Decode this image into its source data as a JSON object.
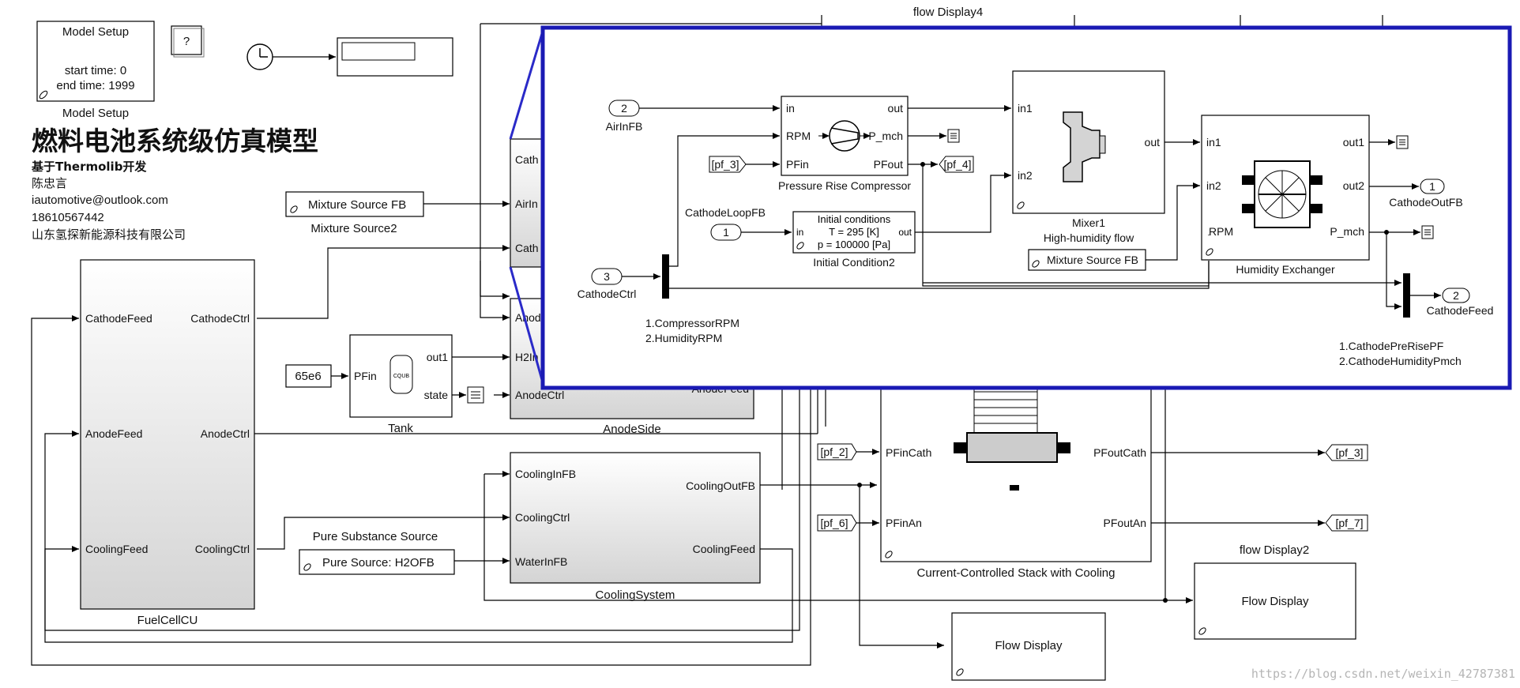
{
  "model_setup": {
    "header": "Model Setup",
    "start": "start time: 0",
    "end": "end time: 1999",
    "caption": "Model Setup",
    "help": "?"
  },
  "info": {
    "title": "燃料电池系统级仿真模型",
    "line1": "基于Thermolib开发",
    "line2": "陈忠言",
    "line3": "iautomotive@outlook.com",
    "line4": "18610567442",
    "line5": "山东氢探新能源科技有限公司"
  },
  "mixture_source": {
    "text": "Mixture Source FB",
    "caption": "Mixture Source2"
  },
  "fuelcell": {
    "caption": "FuelCellCU",
    "in1": "CathodeFeed",
    "in2": "AnodeFeed",
    "in3": "CoolingFeed",
    "out1": "CathodeCtrl",
    "out2": "AnodeCtrl",
    "out3": "CoolingCtrl"
  },
  "constant_65e6": "65e6",
  "tank": {
    "in": "PFin",
    "out1": "out1",
    "out2": "state",
    "caption": "Tank",
    "glyph": "CQUB"
  },
  "cathode_side": {
    "p1": "Cath",
    "p2": "AirIn",
    "p3": "Cath"
  },
  "anode_side": {
    "p1": "Anode",
    "p2": "H2In",
    "p3": "AnodeCtrl",
    "p4": "AnodeFeed",
    "caption": "AnodeSide"
  },
  "cooling": {
    "in1": "CoolingInFB",
    "in2": "CoolingCtrl",
    "in3": "WaterInFB",
    "out1": "CoolingOutFB",
    "out2": "CoolingFeed",
    "caption": "CoolingSystem"
  },
  "pure_source": {
    "title": "Pure Substance Source",
    "text": "Pure Source: H2OFB"
  },
  "stack": {
    "in1": "PFinCath",
    "in2": "PFinAn",
    "out1": "PFoutCath",
    "out2": "PFoutAn",
    "caption": "Current-Controlled Stack with Cooling"
  },
  "tags": {
    "pf2": "[pf_2]",
    "pf6": "[pf_6]",
    "pf3": "[pf_3]",
    "pf7": "[pf_7]"
  },
  "flow_display_top": "flow Display4",
  "flow_display2": {
    "label": "flow Display2",
    "text": "Flow Display"
  },
  "flow_display_bottom": {
    "text": "Flow Display"
  },
  "zoom": {
    "airin_num": "2",
    "airin_label": "AirInFB",
    "cathctrl_num": "3",
    "cathctrl_label": "CathodeCtrl",
    "compressor": {
      "in": "in",
      "rpm": "RPM",
      "pfin": "PFin",
      "out": "out",
      "pmch": "P_mch",
      "pfout": "PFout",
      "caption": "Pressure Rise Compressor"
    },
    "pf3_tag": "[pf_3]",
    "pf4_tag": "[pf_4]",
    "loop_label": "CathodeLoopFB",
    "loop_num": "1",
    "init": {
      "title": "Initial conditions",
      "t": "T = 295 [K]",
      "p": "p = 100000 [Pa]",
      "in": "in",
      "out": "out",
      "caption": "Initial Condition2"
    },
    "mixer": {
      "in1": "in1",
      "in2": "in2",
      "out": "out",
      "caption1": "Mixer1",
      "caption2": "High-humidity flow"
    },
    "mix_src": "Mixture Source FB",
    "humid": {
      "in1": "in1",
      "in2": "in2",
      "rpm": "RPM",
      "out1": "out1",
      "out2": "out2",
      "pmch": "P_mch",
      "caption": "Humidity Exchanger"
    },
    "cathout_num": "1",
    "cathout_label": "CathodeOutFB",
    "cathfeed_num": "2",
    "cathfeed_label": "CathodeFeed",
    "note1": "1.CompressorRPM",
    "note2": "2.HumidityRPM",
    "note3": "1.CathodePreRisePF",
    "note4": "2.CathodeHumidityPmch"
  },
  "watermark": "https://blog.csdn.net/weixin_42787381",
  "colors": {
    "zoom_border": "#1a1ab4",
    "zoom_line": "#2a2ac8",
    "subsystem_top": "#ffffff",
    "subsystem_bottom": "#d6d6d6"
  }
}
